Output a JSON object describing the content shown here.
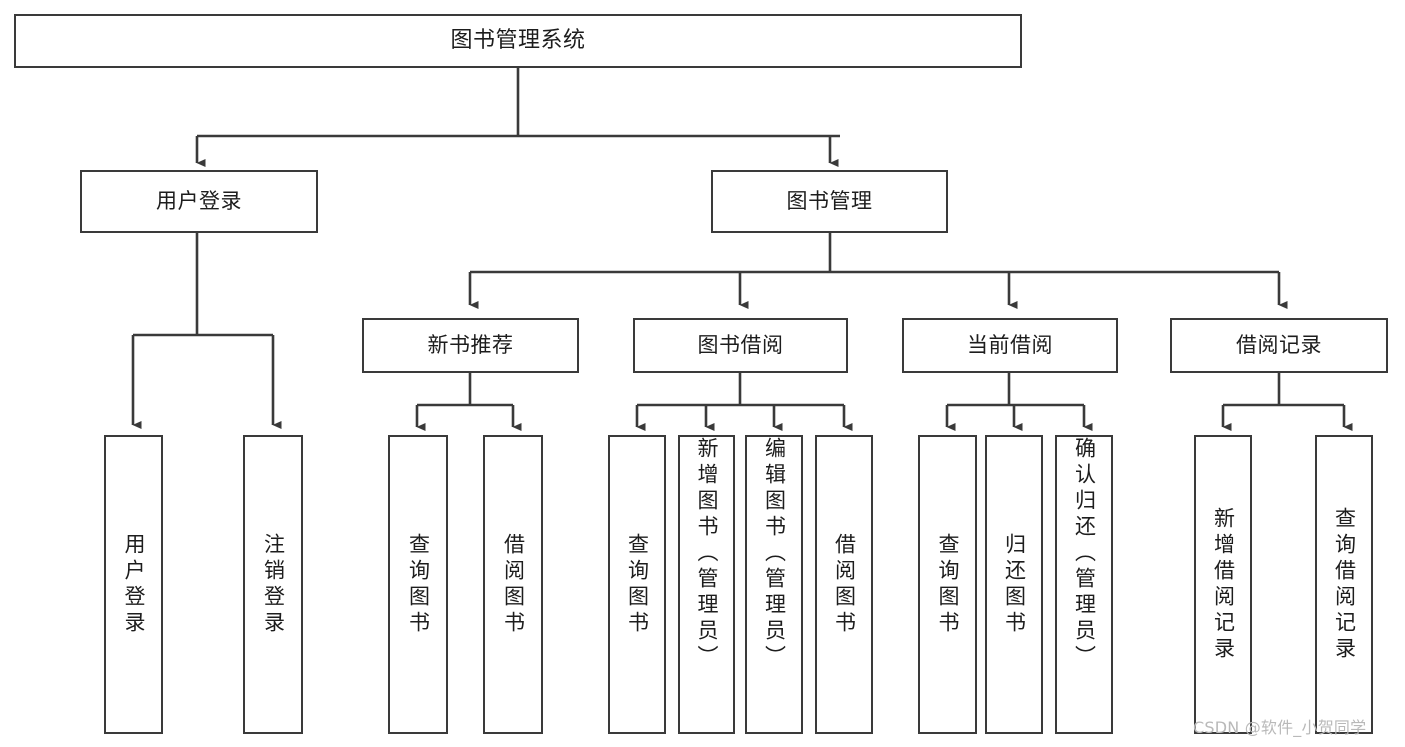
{
  "diagram": {
    "title": "图书管理系统",
    "type": "tree",
    "watermark": "CSDN @软件_小贺同学",
    "colors": {
      "background": "#ffffff",
      "stroke": "#3a3a3a",
      "text": "#1d1d1d",
      "watermark": "#b9b9b9"
    },
    "nodes": {
      "root": {
        "label": "图书管理系统"
      },
      "level1": [
        {
          "key": "user_login",
          "label": "用户登录"
        },
        {
          "key": "book_manage",
          "label": "图书管理"
        }
      ],
      "level2": [
        {
          "key": "new_book_rec",
          "label": "新书推荐"
        },
        {
          "key": "book_borrow",
          "label": "图书借阅"
        },
        {
          "key": "current_borrow",
          "label": "当前借阅"
        },
        {
          "key": "borrow_record",
          "label": "借阅记录"
        }
      ],
      "leaves": {
        "user_login": [
          {
            "key": "leaf_user_login",
            "label": "用户登录"
          },
          {
            "key": "leaf_logout",
            "label": "注销登录"
          }
        ],
        "new_book_rec": [
          {
            "key": "leaf_query_book_1",
            "label": "查询图书"
          },
          {
            "key": "leaf_borrow_book_1",
            "label": "借阅图书"
          }
        ],
        "book_borrow": [
          {
            "key": "leaf_query_book_2",
            "label": "查询图书"
          },
          {
            "key": "leaf_add_book",
            "label": "新增图书（管理员）"
          },
          {
            "key": "leaf_edit_book",
            "label": "编辑图书（管理员）"
          },
          {
            "key": "leaf_borrow_book_2",
            "label": "借阅图书"
          }
        ],
        "current_borrow": [
          {
            "key": "leaf_query_book_3",
            "label": "查询图书"
          },
          {
            "key": "leaf_return_book",
            "label": "归还图书"
          },
          {
            "key": "leaf_confirm_return",
            "label": "确认归还（管理员）"
          }
        ],
        "borrow_record": [
          {
            "key": "leaf_add_record",
            "label": "新增借阅记录"
          },
          {
            "key": "leaf_query_record",
            "label": "查询借阅记录"
          }
        ]
      }
    }
  }
}
